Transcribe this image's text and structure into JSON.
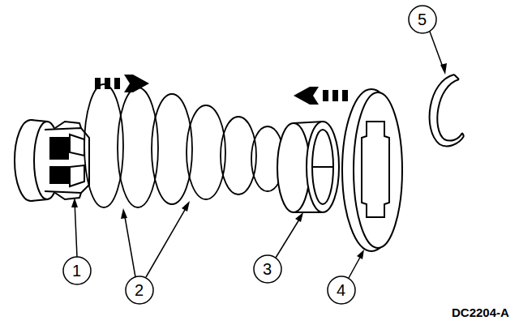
{
  "diagram": {
    "labels": [
      "1",
      "2",
      "3",
      "4",
      "5",
      "DC2204-A"
    ]
  }
}
